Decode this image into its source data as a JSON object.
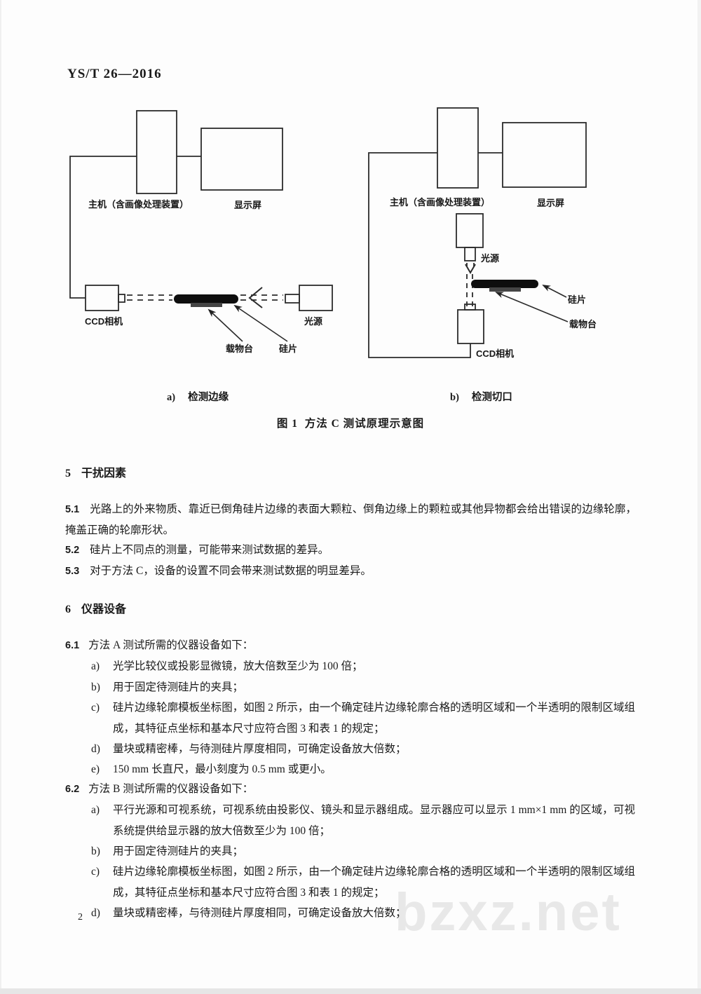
{
  "page": {
    "doc_code": "YS/T 26—2016",
    "page_number": "2",
    "watermark": "bzxz.net"
  },
  "figure": {
    "caption_no": "图 1",
    "caption_title": "方法 C 测试原理示意图",
    "sub_a": {
      "cap_no": "a)",
      "cap_title": "检测边缘",
      "labels": {
        "host": "主机（含画像处理装置）",
        "display": "显示屏",
        "ccd": "CCD相机",
        "light": "光源",
        "stage": "载物台",
        "wafer": "硅片"
      }
    },
    "sub_b": {
      "cap_no": "b)",
      "cap_title": "检测切口",
      "labels": {
        "host": "主机（含画像处理装置）",
        "display": "显示屏",
        "light": "光源",
        "wafer": "硅片",
        "stage": "载物台",
        "ccd": "CCD相机"
      }
    }
  },
  "section5": {
    "number": "5",
    "title": "干扰因素",
    "clauses": [
      {
        "num": "5.1",
        "text": "光路上的外来物质、靠近已倒角硅片边缘的表面大颗粒、倒角边缘上的颗粒或其他异物都会给出错误的边缘轮廓，掩盖正确的轮廓形状。"
      },
      {
        "num": "5.2",
        "text": "硅片上不同点的测量，可能带来测试数据的差异。"
      },
      {
        "num": "5.3",
        "text": "对于方法 C，设备的设置不同会带来测试数据的明显差异。"
      }
    ]
  },
  "section6": {
    "number": "6",
    "title": "仪器设备",
    "sub61": {
      "num": "6.1",
      "text": "方法 A 测试所需的仪器设备如下："
    },
    "list61": [
      {
        "marker": "a)",
        "text": "光学比较仪或投影显微镜，放大倍数至少为 100 倍；"
      },
      {
        "marker": "b)",
        "text": "用于固定待测硅片的夹具；"
      },
      {
        "marker": "c)",
        "text": "硅片边缘轮廓模板坐标图，如图 2 所示，由一个确定硅片边缘轮廓合格的透明区域和一个半透明的限制区域组成，其特征点坐标和基本尺寸应符合图 3 和表 1 的规定；"
      },
      {
        "marker": "d)",
        "text": "量块或精密棒，与待测硅片厚度相同，可确定设备放大倍数；"
      },
      {
        "marker": "e)",
        "text": "150 mm 长直尺，最小刻度为 0.5 mm 或更小。"
      }
    ],
    "sub62": {
      "num": "6.2",
      "text": "方法 B 测试所需的仪器设备如下："
    },
    "list62": [
      {
        "marker": "a)",
        "text": "平行光源和可视系统，可视系统由投影仪、镜头和显示器组成。显示器应可以显示 1 mm×1 mm 的区域，可视系统提供给显示器的放大倍数至少为 100 倍；"
      },
      {
        "marker": "b)",
        "text": "用于固定待测硅片的夹具；"
      },
      {
        "marker": "c)",
        "text": "硅片边缘轮廓模板坐标图，如图 2 所示，由一个确定硅片边缘轮廓合格的透明区域和一个半透明的限制区域组成，其特征点坐标和基本尺寸应符合图 3 和表 1 的规定；"
      },
      {
        "marker": "d)",
        "text": "量块或精密棒，与待测硅片厚度相同，可确定设备放大倍数；"
      }
    ]
  }
}
